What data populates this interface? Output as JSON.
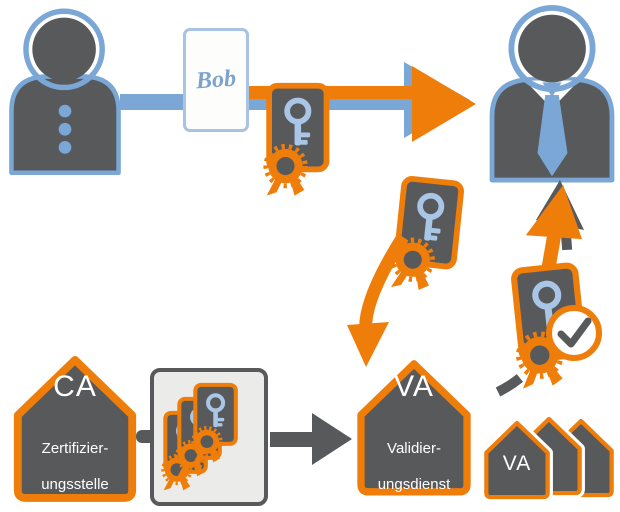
{
  "labels": {
    "bob": "Bob",
    "ca": {
      "title": "CA",
      "line1": "Zertifizier-",
      "line2": "ungsstelle"
    },
    "va": {
      "title": "VA",
      "line1": "Validier-",
      "line2": "ungsdienst"
    },
    "va_cluster": "VA"
  },
  "icons": {
    "person": "person-silhouette",
    "certificate": "card-with-key-and-seal",
    "key": "key",
    "seal": "orange-rosette-ribbon",
    "check": "✓",
    "house": "house-outline"
  },
  "colors": {
    "dark": "#58595b",
    "blue": "#7aa7d6",
    "blue_light": "#a9c6e6",
    "orange": "#ef7d0a",
    "box_bg": "#ebebe9",
    "white": "#ffffff"
  }
}
